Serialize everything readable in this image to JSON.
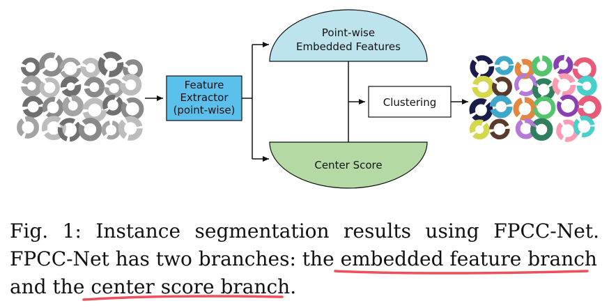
{
  "figure": {
    "extractor": {
      "line1": "Feature",
      "line2": "Extractor",
      "line3": "(point-wise)",
      "fill": "#5bc0eb"
    },
    "embedded_features": {
      "line1": "Point-wise",
      "line2": "Embedded Features",
      "fill": "#bde3ec"
    },
    "center_score": {
      "label": "Center Score",
      "fill": "#b5d9a4"
    },
    "clustering": {
      "label": "Clustering"
    },
    "input_cloud": {
      "icon": "gray-ring-point-cloud",
      "colors": [
        "#6f6f6f",
        "#8a8a8a",
        "#a4a4a4",
        "#bdbdbd"
      ]
    },
    "output_cloud": {
      "icon": "colored-ring-point-cloud",
      "colors": [
        "#1c1c4a",
        "#3fa7c9",
        "#e5863e",
        "#55c46e",
        "#8a3fb0",
        "#e85a7a",
        "#d4d84a",
        "#5a3a2a",
        "#b57ad6",
        "#2f7f5f",
        "#ff9ab3",
        "#48d1cc"
      ]
    }
  },
  "caption": {
    "line1": "Fig. 1: Instance segmentation results using FPCC-Net.",
    "line2_prefix": "FPCC-Net has two branches: the ",
    "line2_highlight": "embedded feature branch",
    "line3_prefix": "and the ",
    "line3_highlight": "center score branch",
    "line3_suffix": ".",
    "underline_color": "#ef4f5a"
  }
}
